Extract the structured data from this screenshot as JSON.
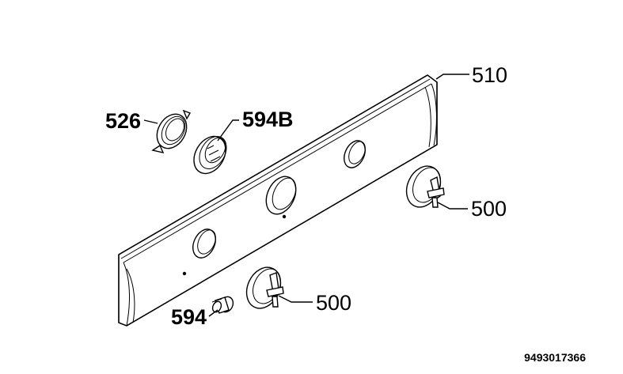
{
  "callouts": {
    "c510": "510",
    "c526": "526",
    "c594b": "594B",
    "c500_right": "500",
    "c500_bottom": "500",
    "c594": "594"
  },
  "document_number": "9493017366"
}
